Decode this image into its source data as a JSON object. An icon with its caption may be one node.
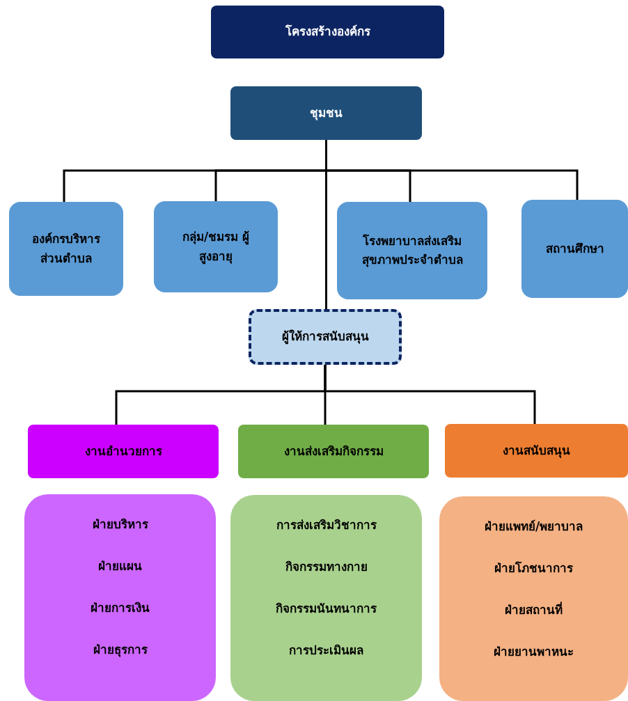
{
  "diagram": {
    "nodes": [
      {
        "text": [
          "โครงสร้างองค์กร"
        ]
      },
      {
        "text": [
          "ชุมชน"
        ]
      },
      {
        "text": [
          "องค์กรบริหาร ส่วนตำบล"
        ]
      },
      {
        "text": [
          "กลุ่ม/ชมรม ผู้สูงอายุ"
        ]
      },
      {
        "text": [
          "โรงพยาบาลส่งเสริม สุขภาพประจำตำบล"
        ]
      },
      {
        "text": [
          "สถานศึกษา"
        ]
      },
      {
        "text": [
          "ผู้ให้การสนับสนุน"
        ]
      },
      {
        "text": [
          "งานอำนวยการ"
        ]
      },
      {
        "text": [
          "งานส่งเสริมกิจกรรม"
        ]
      },
      {
        "text": [
          "งานสนับสนุน"
        ]
      },
      {
        "text": [
          "ฝ่ายบริหาร",
          "ฝ่ายแผน",
          "ฝ่ายการเงิน",
          "ฝ่ายธุรการ"
        ]
      },
      {
        "text": [
          "การส่งเสริมวิชาการ",
          "กิจกรรมทางกาย",
          "กิจกรรมนันทนาการ",
          "การประเมินผล"
        ]
      },
      {
        "text": [
          "ฝ่ายแพทย์/พยาบาล",
          "ฝ่ายโภชนาการ",
          "ฝ่ายสถานที่",
          "ฝ่ายยานพาหนะ"
        ]
      }
    ],
    "edges": [
      {
        "from": 1,
        "to": 2,
        "arrow": "none"
      },
      {
        "from": 1,
        "to": 3,
        "arrow": "none"
      },
      {
        "from": 1,
        "to": 4,
        "arrow": "none"
      },
      {
        "from": 1,
        "to": 5,
        "arrow": "none"
      },
      {
        "from": 1,
        "to": 6,
        "arrow": "none"
      },
      {
        "from": 6,
        "to": 7,
        "arrow": "none"
      },
      {
        "from": 6,
        "to": 8,
        "arrow": "none"
      },
      {
        "from": 6,
        "to": 9,
        "arrow": "none"
      }
    ]
  }
}
